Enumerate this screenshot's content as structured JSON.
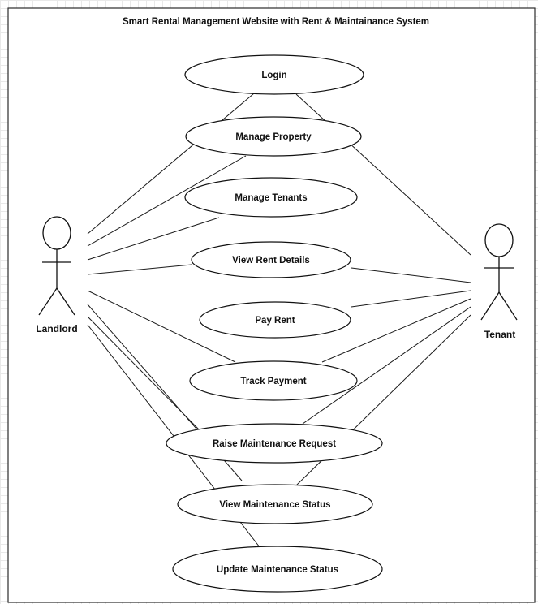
{
  "diagram": {
    "title": "Smart Rental Management Website with Rent & Maintainance System",
    "actors": [
      {
        "id": "landlord",
        "label": "Landlord"
      },
      {
        "id": "tenant",
        "label": "Tenant"
      }
    ],
    "use_cases": [
      {
        "id": "login",
        "label": "Login"
      },
      {
        "id": "manage-property",
        "label": "Manage Property"
      },
      {
        "id": "manage-tenants",
        "label": "Manage Tenants"
      },
      {
        "id": "view-rent-details",
        "label": "View Rent Details"
      },
      {
        "id": "pay-rent",
        "label": "Pay Rent"
      },
      {
        "id": "track-payment",
        "label": "Track Payment"
      },
      {
        "id": "raise-maintenance-request",
        "label": "Raise Maintenance Request"
      },
      {
        "id": "view-maintenance-status",
        "label": "View Maintenance Status"
      },
      {
        "id": "update-maintenance-status",
        "label": "Update Maintenance Status"
      }
    ],
    "associations": [
      {
        "from": "landlord",
        "to": "login"
      },
      {
        "from": "landlord",
        "to": "manage-property"
      },
      {
        "from": "landlord",
        "to": "manage-tenants"
      },
      {
        "from": "landlord",
        "to": "view-rent-details"
      },
      {
        "from": "landlord",
        "to": "track-payment"
      },
      {
        "from": "landlord",
        "to": "raise-maintenance-request"
      },
      {
        "from": "landlord",
        "to": "view-maintenance-status"
      },
      {
        "from": "landlord",
        "to": "update-maintenance-status"
      },
      {
        "from": "tenant",
        "to": "login"
      },
      {
        "from": "tenant",
        "to": "view-rent-details"
      },
      {
        "from": "tenant",
        "to": "pay-rent"
      },
      {
        "from": "tenant",
        "to": "track-payment"
      },
      {
        "from": "tenant",
        "to": "raise-maintenance-request"
      },
      {
        "from": "tenant",
        "to": "view-maintenance-status"
      }
    ]
  }
}
